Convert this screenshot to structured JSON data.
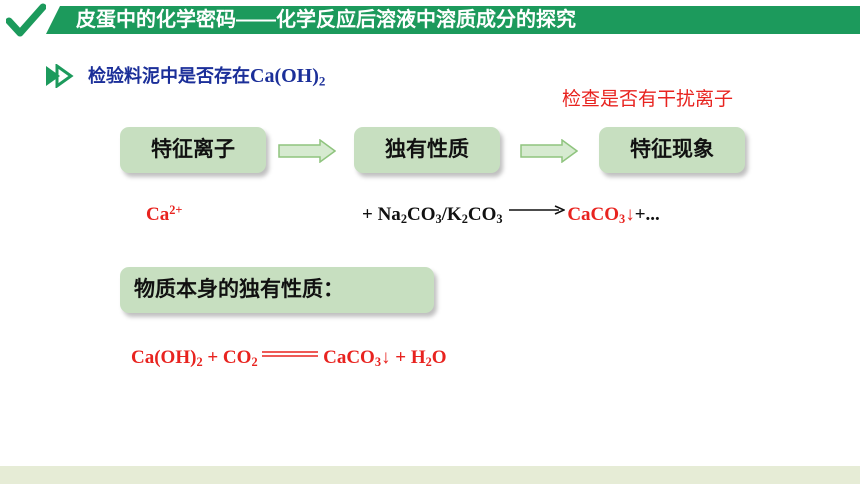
{
  "header": {
    "title": "皮蛋中的化学密码——化学反应后溶液中溶质成分的探究"
  },
  "section": {
    "heading_prefix": "检验料泥中是否存在",
    "heading_formula": "Ca(OH)",
    "heading_formula_sub": "2"
  },
  "note": "检查是否有干扰离子",
  "flow": {
    "step1": "特征离子",
    "step2": "独有性质",
    "step3": "特征现象"
  },
  "ion": {
    "base": "Ca",
    "charge": "2+"
  },
  "reaction1": {
    "reagents": "+ Na2CO3/K2CO3",
    "product": "CaCO3↓",
    "tail": "+..."
  },
  "property_label": "物质本身的独有性质：",
  "reaction2": {
    "text": "Ca(OH)2 + CO2 ══ CaCO3↓ + H2O"
  },
  "colors": {
    "brand_green": "#1c9a5c",
    "heading_blue": "#1b2f99",
    "highlight_red": "#e8231f",
    "pill_fill": "#c7dfc0"
  }
}
